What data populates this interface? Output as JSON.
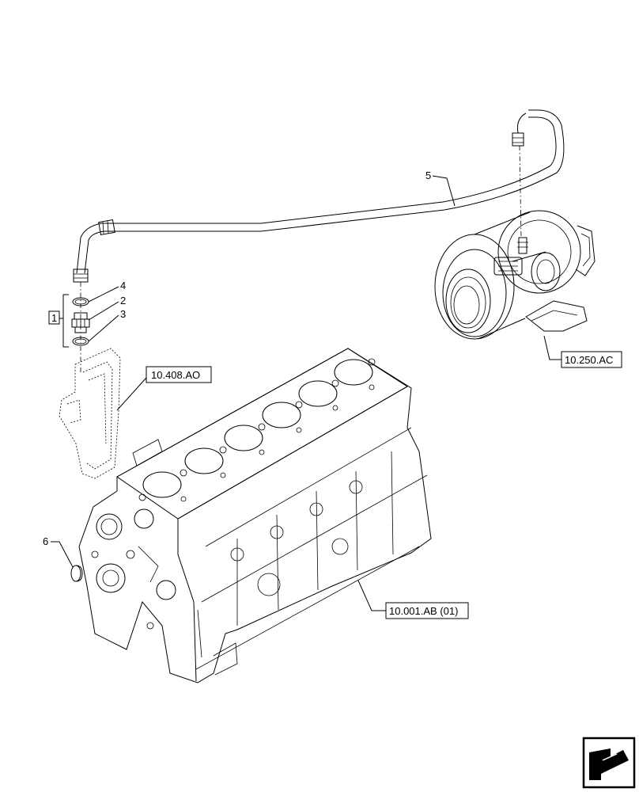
{
  "callouts": {
    "item_1": "1",
    "item_2": "2",
    "item_3": "3",
    "item_4": "4",
    "item_5": "5",
    "item_6": "6"
  },
  "references": {
    "crankcase_ref": "10.001.AB (01)",
    "turbocharger_ref": "10.250.AC",
    "oil_filter_ref": "10.408.AO"
  },
  "icons": {
    "navigation": "next-page-arrow-icon"
  }
}
